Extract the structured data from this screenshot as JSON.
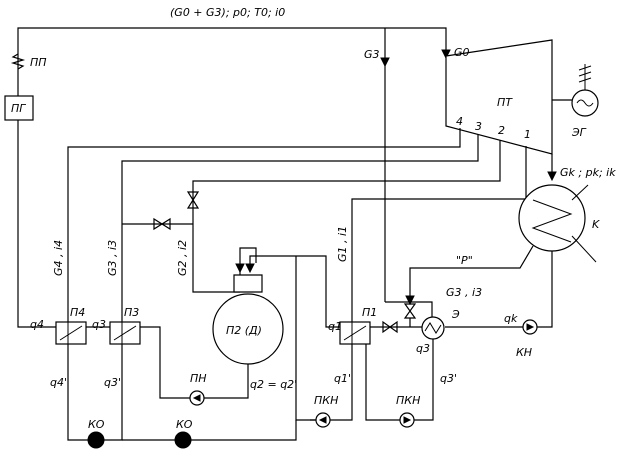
{
  "labels": {
    "header": "(G0 + G3); p0; T0; i0",
    "pp": "ПП",
    "pg": "ПГ",
    "g3_top": "G3",
    "g0": "G0",
    "pt": "ПТ",
    "eg": "ЭГ",
    "ext1": "1",
    "ext2": "2",
    "ext3": "3",
    "ext4": "4",
    "gk": "Gk ; pk; ik",
    "k": "K",
    "g4i4": "G4 , i4",
    "g3i3_left": "G3 , i3",
    "g2i2": "G2 , i2",
    "g1i1": "G1 , i1",
    "p_quote": "\"P\"",
    "g3i3_right": "G3 , i3",
    "q4": "q4",
    "p4": "П4",
    "q3_left": "q3",
    "p3": "П3",
    "p2d": "П2 (Д)",
    "q1": "q1",
    "p1": "П1",
    "e": "Э",
    "qk": "qk",
    "q3_e": "q3",
    "kn": "КН",
    "q4p": "q4'",
    "q3p_left": "q3'",
    "pn": "ПН",
    "q2eq": "q2 = q2'",
    "q1p": "q1'",
    "q3p_right": "q3'",
    "pkn1": "ПКН",
    "pkn2": "ПКН",
    "ko1": "КО",
    "ko2": "КО"
  }
}
